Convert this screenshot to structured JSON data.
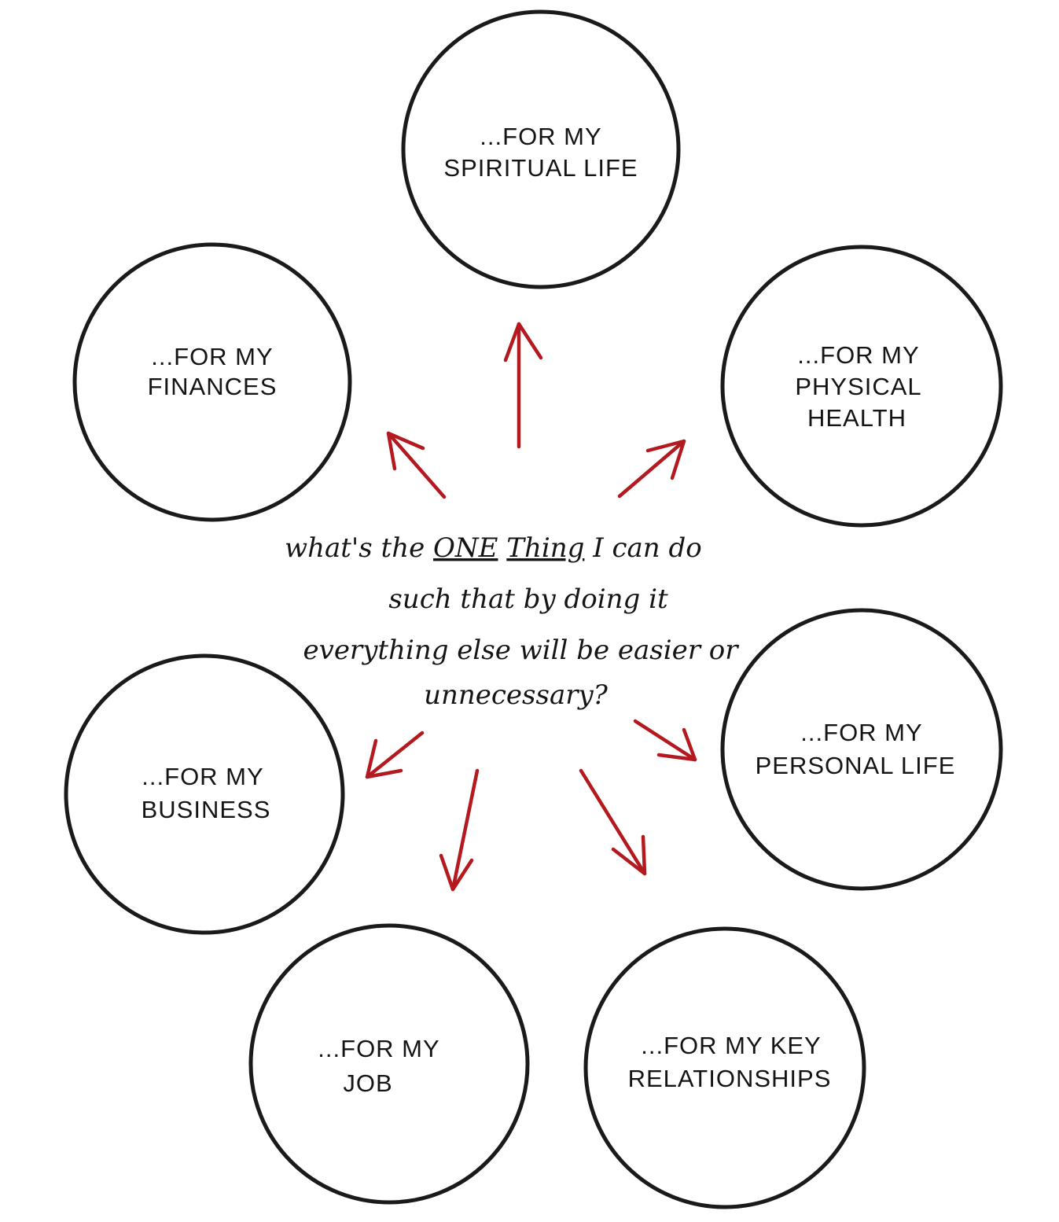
{
  "question": {
    "segments": [
      {
        "text": "what's the ",
        "underline": false
      },
      {
        "text": "ONE",
        "underline": true
      },
      {
        "text": " ",
        "underline": false
      },
      {
        "text": "Thing",
        "underline": true
      },
      {
        "text": " I can do",
        "underline": false
      }
    ],
    "line_2": "such that by doing it",
    "line_3": "everything else will be easier or",
    "line_4": "unnecessary?"
  },
  "circles": [
    {
      "id": "spiritual",
      "line_1": "...FOR MY",
      "line_2": "SPIRITUAL LIFE"
    },
    {
      "id": "finances",
      "line_1": "...FOR MY",
      "line_2": "FINANCES"
    },
    {
      "id": "physical",
      "line_1": "...FOR MY",
      "line_2": "PHYSICAL",
      "line_3": "HEALTH"
    },
    {
      "id": "business",
      "line_1": "...FOR MY",
      "line_2": "BUSINESS"
    },
    {
      "id": "personal",
      "line_1": "...FOR MY",
      "line_2": "PERSONAL LIFE"
    },
    {
      "id": "job",
      "line_1": "...FOR MY",
      "line_2": "JOB"
    },
    {
      "id": "relationships",
      "line_1": "...FOR MY KEY",
      "line_2": "RELATIONSHIPS"
    }
  ],
  "colors": {
    "ink": "#1a1a1a",
    "arrow": "#b3191f",
    "background": "#ffffff"
  }
}
